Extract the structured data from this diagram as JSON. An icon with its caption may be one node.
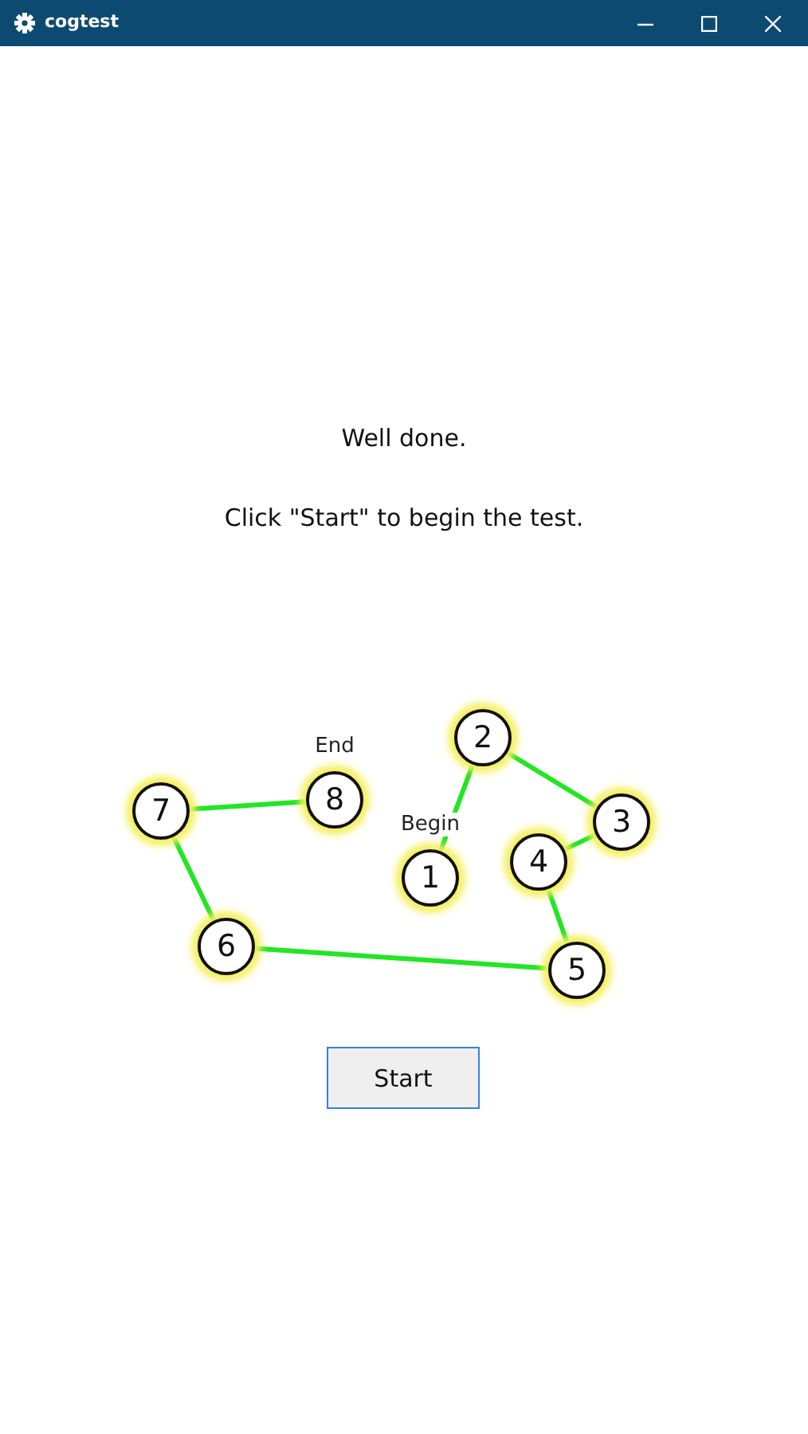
{
  "diagram": {
    "title": "cogtest",
    "nodes": [
      {
        "text": [
          "1"
        ],
        "beside": [
          "Begin"
        ]
      },
      {
        "text": [
          "2"
        ]
      },
      {
        "text": [
          "3"
        ]
      },
      {
        "text": [
          "4"
        ]
      },
      {
        "text": [
          "5"
        ]
      },
      {
        "text": [
          "6"
        ]
      },
      {
        "text": [
          "7"
        ]
      },
      {
        "text": [
          "8"
        ],
        "beside": [
          "End"
        ]
      }
    ],
    "edges": [
      {
        "from": 0,
        "to": 1,
        "arrow": "none"
      },
      {
        "from": 1,
        "to": 2,
        "arrow": "none"
      },
      {
        "from": 2,
        "to": 3,
        "arrow": "none"
      },
      {
        "from": 3,
        "to": 4,
        "arrow": "none"
      },
      {
        "from": 4,
        "to": 5,
        "arrow": "none"
      },
      {
        "from": 5,
        "to": 6,
        "arrow": "none"
      },
      {
        "from": 6,
        "to": 7,
        "arrow": "none"
      }
    ],
    "labels": [
      "Well done.",
      "Click \"Start\" to begin the test.",
      "Start"
    ]
  }
}
